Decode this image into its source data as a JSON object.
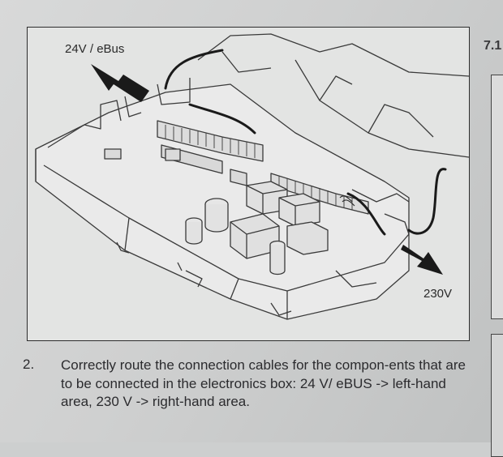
{
  "figure": {
    "label_left": "24V / eBus",
    "label_right": "230V"
  },
  "instruction": {
    "number": "2.",
    "text": "Correctly route the connection cables for the compon-ents that are to be connected in the electronics box: 24 V/ eBUS -> left-hand area, 230 V -> right-hand area."
  },
  "next_section": {
    "heading": "7.1"
  }
}
